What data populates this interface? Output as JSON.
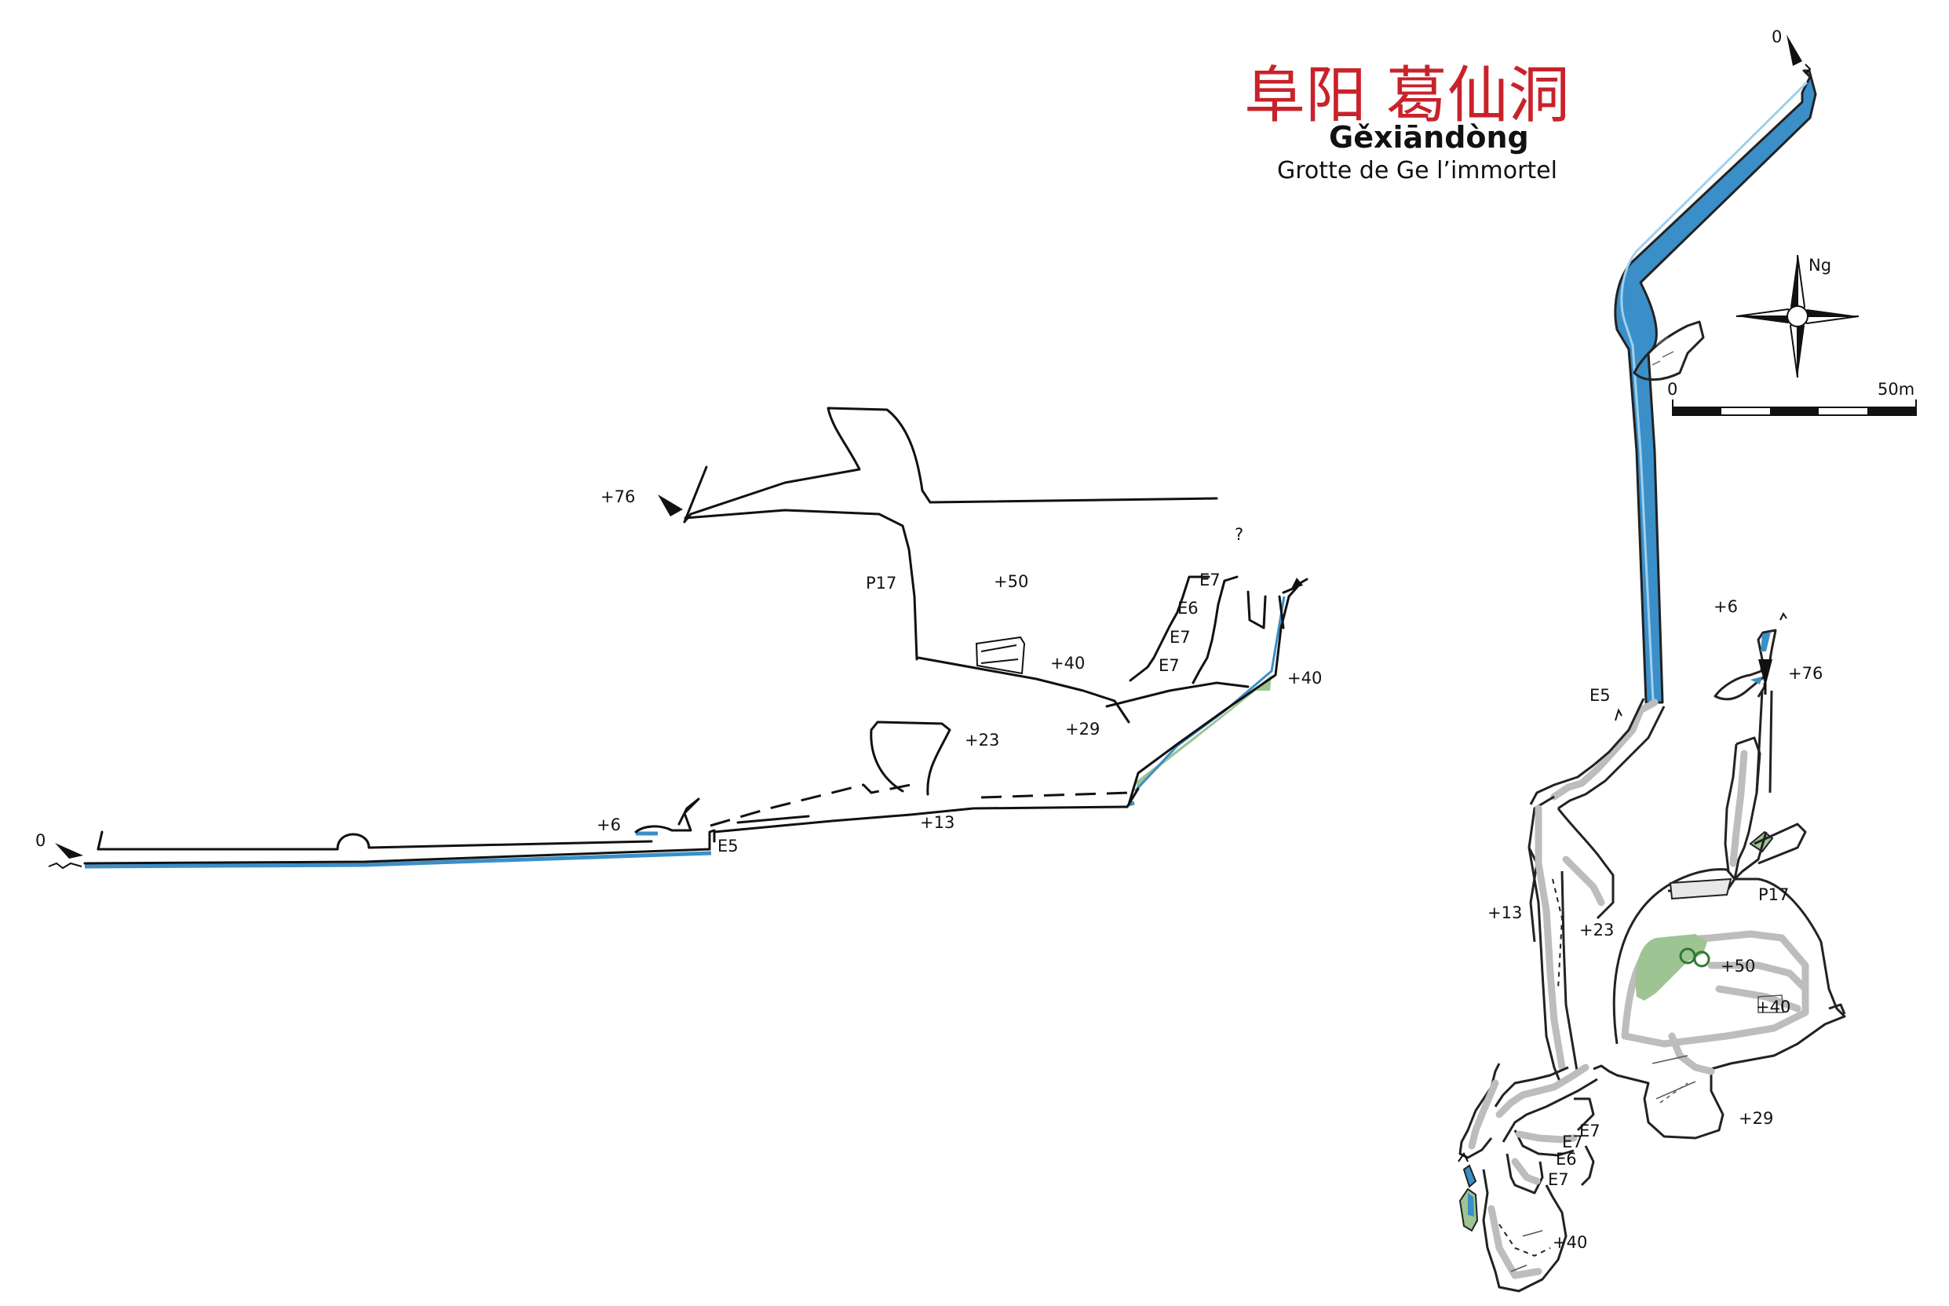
{
  "title": {
    "chinese": "阜阳 葛仙洞",
    "pinyin": "Gěxiāndòng",
    "french": "Grotte de Ge l’immortel"
  },
  "compass": {
    "label": "Ng"
  },
  "scale_bar": {
    "start_label": "0",
    "end_label": "50m"
  },
  "colors": {
    "water": "#3a8fc8",
    "vegetation": "#9ec493",
    "title_red": "#c8222b",
    "gallery_gray": "#bdbdbd"
  },
  "profile": {
    "labels": {
      "entrance_0": "0",
      "entrance_76": "+76",
      "p17": "P17",
      "h50": "+50",
      "h40a": "+40",
      "e7a": "E7",
      "e6": "E6",
      "e7b": "E7",
      "e7c": "E7",
      "question": "?",
      "h40b": "+40",
      "h29": "+29",
      "h23": "+23",
      "h13": "+13",
      "h6": "+6",
      "e5": "E5"
    }
  },
  "plan": {
    "labels": {
      "entrance_0": "0",
      "h6": "+6",
      "entrance_76": "+76",
      "e5": "E5",
      "p17": "P17",
      "h13": "+13",
      "h23": "+23",
      "h50": "+50",
      "h40a": "+40",
      "h29": "+29",
      "e7a": "E7",
      "e7b": "E7",
      "e6": "E6",
      "e7c": "E7",
      "h40b": "+40"
    }
  }
}
